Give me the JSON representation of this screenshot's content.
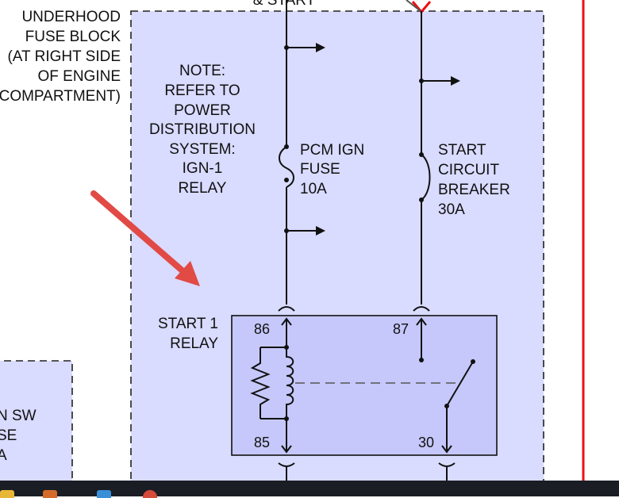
{
  "labels": {
    "top_cut": "& START",
    "underhood": [
      "UNDERHOOD",
      "FUSE BLOCK",
      "(AT RIGHT SIDE",
      "OF ENGINE",
      "COMPARTMENT)"
    ],
    "note": [
      "NOTE:",
      "REFER TO",
      "POWER",
      "DISTRIBUTION",
      "SYSTEM:",
      "IGN-1",
      "RELAY"
    ],
    "pcm_fuse": [
      "PCM IGN",
      "FUSE",
      "10A"
    ],
    "start_breaker": [
      "START",
      "CIRCUIT",
      "BREAKER",
      "30A"
    ],
    "relay_name": [
      "START 1",
      "RELAY"
    ],
    "pins": {
      "p86": "86",
      "p87": "87",
      "p85": "85",
      "p30": "30"
    },
    "left_box": [
      "N SW",
      "SE",
      "A"
    ]
  },
  "colors": {
    "fuse_block_fill": "#d9dbff",
    "relay_fill": "#c6c8fb",
    "arrow": "#e14a45",
    "border_red": "#ee1111",
    "taskbar": "#1a1d24"
  },
  "icons": [
    "annotation-arrow",
    "flow-arrow",
    "coil-symbol",
    "resistor-symbol",
    "switch-contact"
  ]
}
